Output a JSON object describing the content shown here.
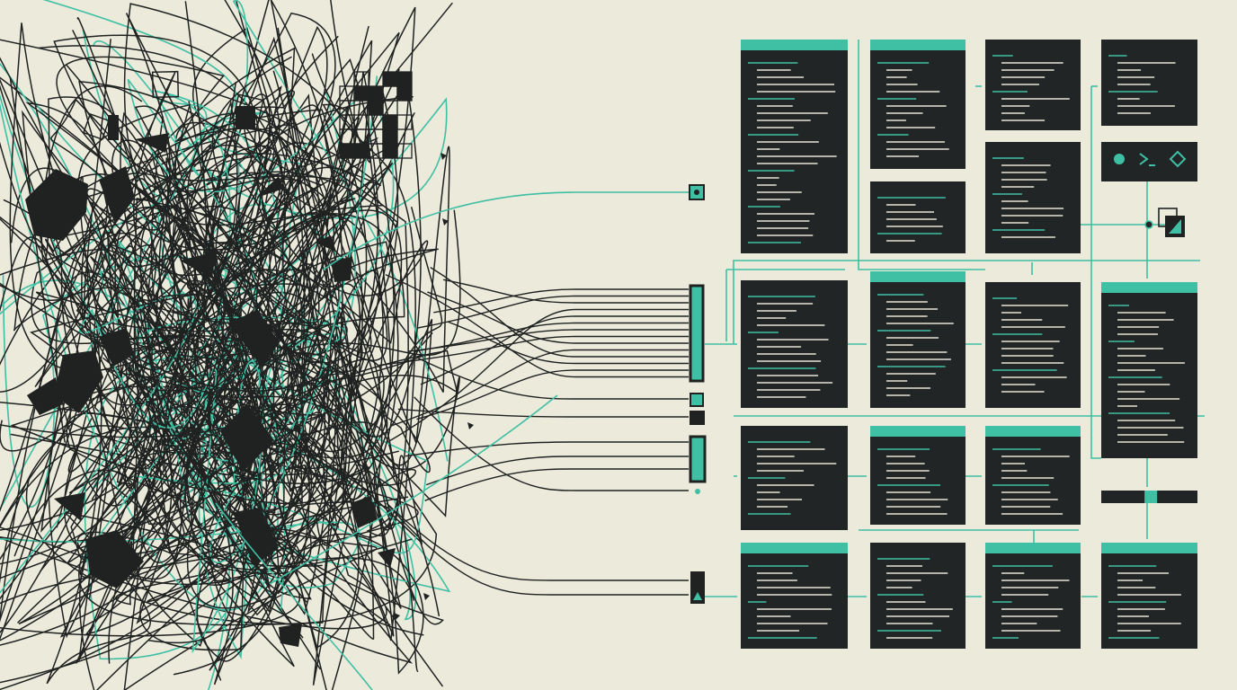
{
  "illustration": {
    "theme": "chaos-to-order",
    "colors": {
      "background": "#ebeadb",
      "ink": "#1f2221",
      "accent": "#3fbfa3",
      "panel": "#222525",
      "code_line": "#e4e4d8"
    },
    "icons": [
      "circle-icon",
      "terminal-prompt-icon",
      "diamond-icon",
      "copy-icon",
      "triangle-icon"
    ],
    "panels_grid": {
      "columns": 4,
      "rows": 5
    }
  }
}
